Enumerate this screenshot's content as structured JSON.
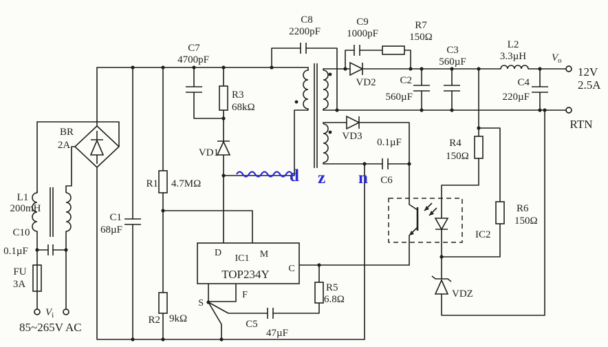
{
  "components": {
    "br": {
      "ref": "BR",
      "value": "2A"
    },
    "fu": {
      "ref": "FU",
      "value": "3A"
    },
    "l1": {
      "ref": "L1",
      "value": "200mH"
    },
    "l2": {
      "ref": "L2",
      "value": "3.3µH"
    },
    "c1": {
      "ref": "C1",
      "value": "68µF"
    },
    "c2": {
      "ref": "C2",
      "value": "560µF"
    },
    "c3": {
      "ref": "C3",
      "value": "560µF"
    },
    "c4": {
      "ref": "C4",
      "value": "220µF"
    },
    "c5": {
      "ref": "C5",
      "value": "47µF"
    },
    "c6": {
      "ref": "C6",
      "value": "0.1µF"
    },
    "c7": {
      "ref": "C7",
      "value": "4700pF"
    },
    "c8": {
      "ref": "C8",
      "value": "2200pF"
    },
    "c9": {
      "ref": "C9",
      "value": "1000pF"
    },
    "c10": {
      "ref": "C10",
      "value": "0.1µF"
    },
    "r1": {
      "ref": "R1",
      "value": "4.7MΩ"
    },
    "r2": {
      "ref": "R2",
      "value": "9kΩ"
    },
    "r3": {
      "ref": "R3",
      "value": "68kΩ"
    },
    "r4": {
      "ref": "R4",
      "value": "150Ω"
    },
    "r5": {
      "ref": "R5",
      "value": "6.8Ω"
    },
    "r6": {
      "ref": "R6",
      "value": "150Ω"
    },
    "r7": {
      "ref": "R7",
      "value": "150Ω"
    },
    "vd1": {
      "ref": "VD1"
    },
    "vd2": {
      "ref": "VD2"
    },
    "vd3": {
      "ref": "VD3"
    },
    "vdz": {
      "ref": "VDZ"
    },
    "ic1": {
      "ref": "IC1",
      "part": "TOP234Y",
      "pin_d": "D",
      "pin_m": "M",
      "pin_c": "C",
      "pin_f": "F",
      "pin_s": "S"
    },
    "ic2": {
      "ref": "IC2"
    }
  },
  "io": {
    "v_symbol": "V",
    "vin_sub": "i",
    "vin_range": "85~265V AC",
    "vout_sub": "o",
    "vout_voltage": "12V",
    "vout_current": "2.5A",
    "rtn_label": "RTN"
  },
  "watermark": {
    "d": "d",
    "z": "z",
    "n": "n"
  },
  "colors": {
    "ink": "#1f1f1f",
    "watermark": "#2a2ad2",
    "background": "#fcfcf9"
  }
}
